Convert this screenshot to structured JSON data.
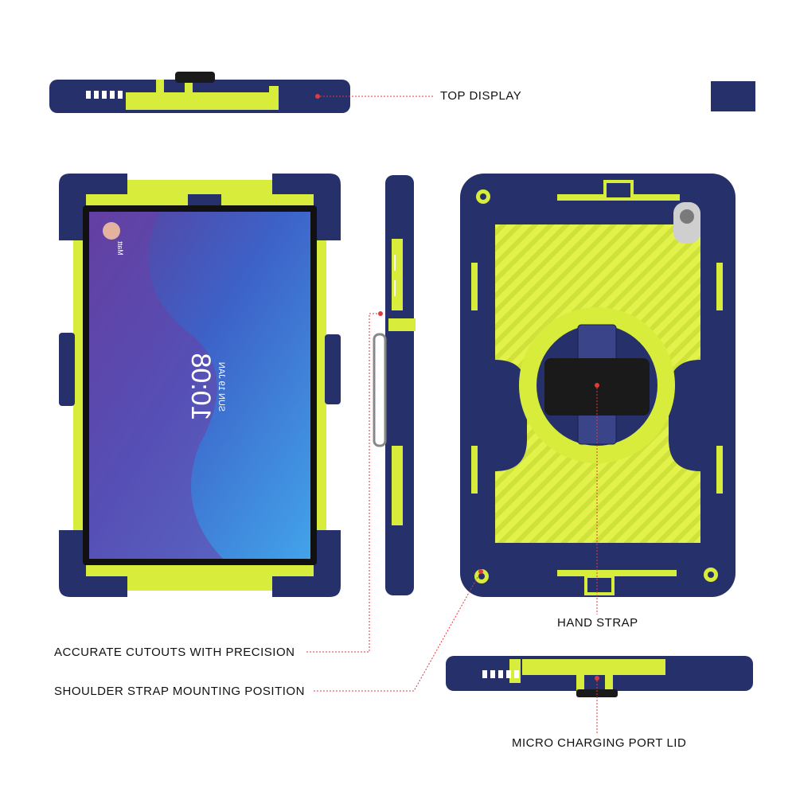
{
  "labels": {
    "top_display": "TOP DISPLAY",
    "hand_strap": "HAND STRAP",
    "accurate_cutouts": "ACCURATE CUTOUTS WITH PRECISION",
    "shoulder_strap": "SHOULDER STRAP MOUNTING POSITION",
    "micro_charging": "MICRO CHARGING PORT LID"
  },
  "screen": {
    "time": "10:08",
    "date": "SUN 19 JAN",
    "user": "Matt"
  },
  "colors": {
    "navy": "#26306b",
    "lime": "#d8ec3c",
    "accent_red": "#e03a3a",
    "swatch": "#26306b"
  }
}
